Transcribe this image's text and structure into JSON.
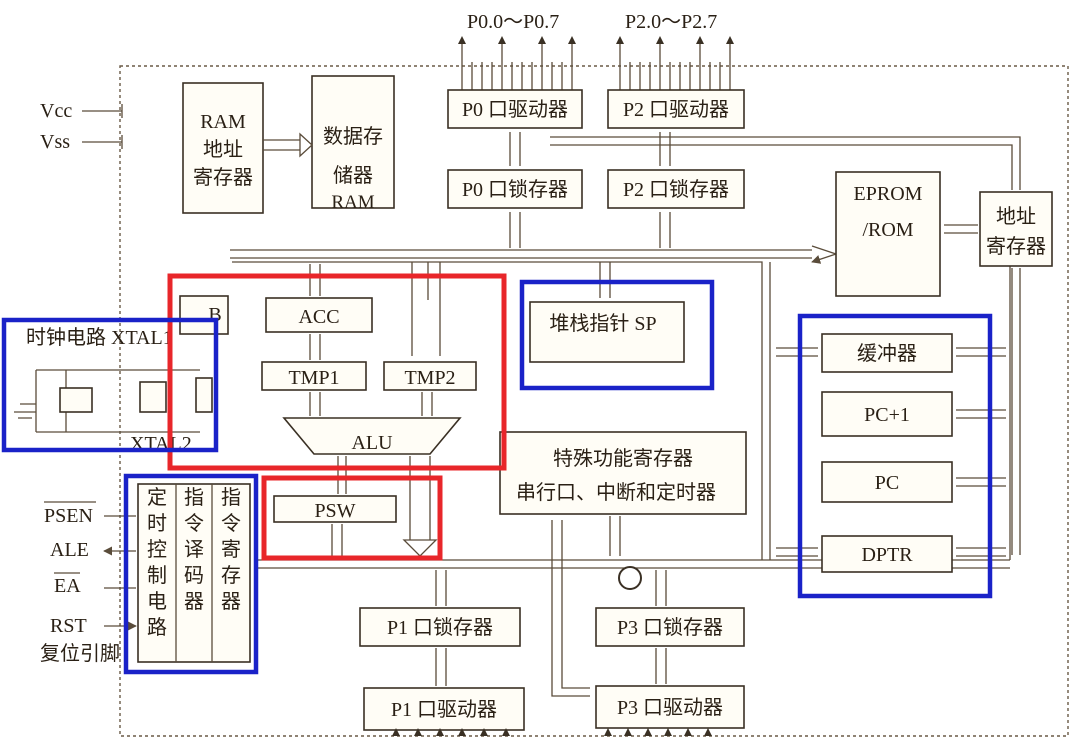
{
  "ports": {
    "p0_range": "P0.0～P0.7",
    "p2_range": "P2.0～P2.7"
  },
  "power": {
    "vcc": "Vcc",
    "vss": "Vss"
  },
  "blocks": {
    "ram_addr_reg": [
      "RAM",
      "地址",
      "寄存器"
    ],
    "data_ram": [
      "数据存",
      "储器",
      "RAM"
    ],
    "p0_driver": "P0 口驱动器",
    "p2_driver": "P2 口驱动器",
    "p0_latch": "P0 口锁存器",
    "p2_latch": "P2 口锁存器",
    "eprom": [
      "EPROM",
      "/ROM"
    ],
    "addr_reg": [
      "地址",
      "寄存器"
    ],
    "b_reg": "B",
    "acc": "ACC",
    "tmp1": "TMP1",
    "tmp2": "TMP2",
    "alu": "ALU",
    "psw": "PSW",
    "sp": "堆栈指针 SP",
    "buffer": "缓冲器",
    "pc_plus_1": "PC+1",
    "pc": "PC",
    "dptr": "DPTR",
    "sfr": [
      "特殊功能寄存器",
      "串行口、中断和定时器"
    ],
    "timing_ctrl": [
      "定",
      "时",
      "控",
      "制",
      "电",
      "路"
    ],
    "instr_decoder": [
      "指",
      "令",
      "译",
      "码",
      "器"
    ],
    "instr_reg": [
      "指",
      "令",
      "寄",
      "存",
      "器"
    ],
    "p1_latch": "P1 口锁存器",
    "p3_latch": "P3 口锁存器",
    "p1_driver": "P1 口驱动器",
    "p3_driver": "P3 口驱动器"
  },
  "clock": {
    "label": "时钟电路 XTAL1",
    "xtal2": "XTAL2"
  },
  "control_pins": {
    "psen": "PSEN",
    "ale": "ALE",
    "ea": "EA",
    "rst": "RST",
    "reset_pin": "复位引脚"
  },
  "highlights": {
    "red": "#e8262a",
    "blue": "#1a22c8"
  }
}
